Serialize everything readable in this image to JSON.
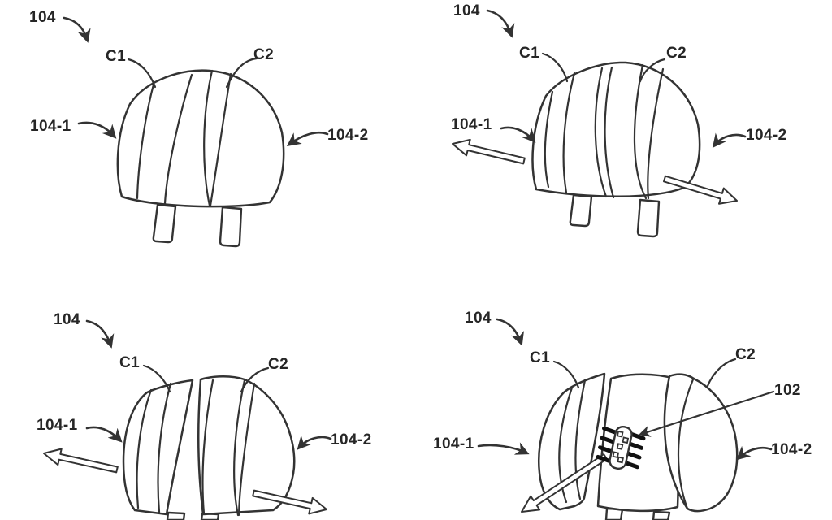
{
  "colors": {
    "background": "#ffffff",
    "ink": "#333333",
    "device_lead_ink": "#111111",
    "label_text": "#262626"
  },
  "panels": [
    {
      "drawing": "headrest-closed",
      "labels": {
        "assembly": "104",
        "cover1": "C1",
        "cover2": "C2",
        "half1": "104-1",
        "half2": "104-2"
      }
    },
    {
      "drawing": "headrest-separating",
      "labels": {
        "assembly": "104",
        "cover1": "C1",
        "cover2": "C2",
        "half1": "104-1",
        "half2": "104-2"
      }
    },
    {
      "drawing": "headrest-separated",
      "labels": {
        "assembly": "104",
        "cover1": "C1",
        "cover2": "C2",
        "half1": "104-1",
        "half2": "104-2"
      }
    },
    {
      "drawing": "headrest-open-device-revealed",
      "labels": {
        "assembly": "104",
        "cover1": "C1",
        "cover2": "C2",
        "half1": "104-1",
        "half2": "104-2",
        "device": "102"
      }
    }
  ]
}
